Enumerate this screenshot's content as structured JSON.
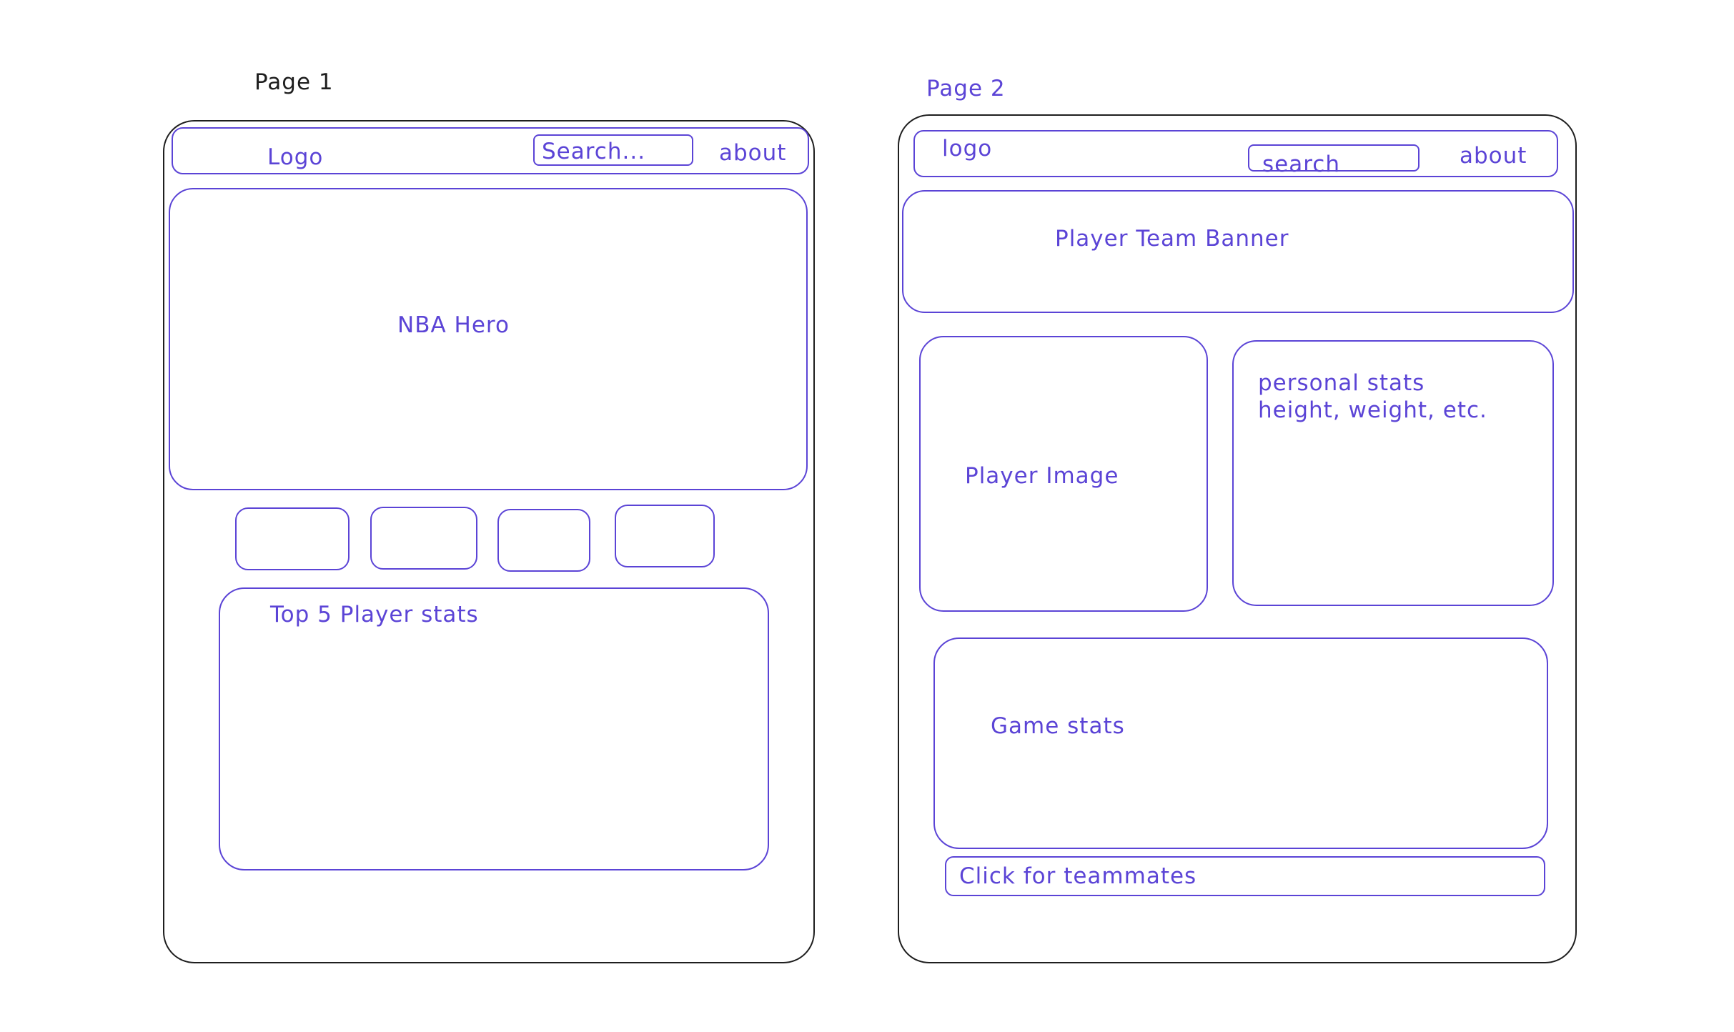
{
  "page1": {
    "label": "Page 1",
    "nav": {
      "logo": "Logo",
      "search_placeholder": "Search...",
      "about": "about"
    },
    "hero": "NBA Hero",
    "thumbnails": [
      "",
      "",
      "",
      ""
    ],
    "stats_title": "Top 5 Player stats"
  },
  "page2": {
    "label": "Page 2",
    "nav": {
      "logo": "logo",
      "search_placeholder": "search",
      "about": "about"
    },
    "banner": "Player Team Banner",
    "player_image": "Player Image",
    "personal_stats": {
      "title": "personal stats",
      "detail": "height, weight, etc."
    },
    "game_stats": "Game stats",
    "teammates_link": "Click for teammates"
  },
  "colors": {
    "sketch_stroke": "#5b44d6",
    "frame_stroke": "#1e1e1e",
    "background": "#ffffff"
  }
}
